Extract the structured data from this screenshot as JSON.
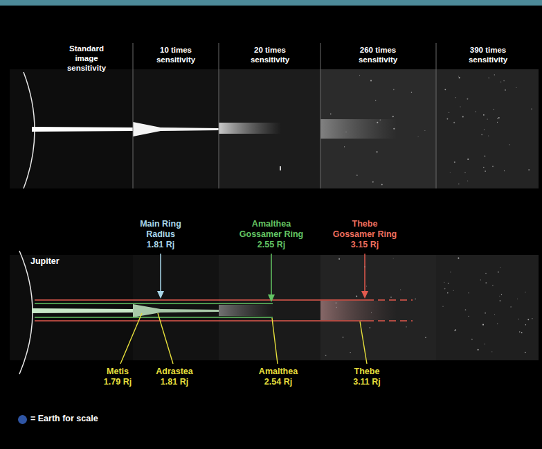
{
  "diagram": {
    "labels": [
      "Standard image sensitivity",
      "10 times sensitivity",
      "20 times sensitivity",
      "260 times sensitivity",
      "390 times sensitivity",
      "Main Ring Radius 1.81 Rj",
      "Amalthea Gossamer Ring 2.55 Rj",
      "Thebe Gossamer Ring 3.15 Rj",
      "Jupiter",
      "Metis 1.79 Rj",
      "Adrastea 1.81 Rj",
      "Amalthea 2.54 Rj",
      "Thebe 3.11 Rj"
    ],
    "legend": [
      {
        "text": "= Earth for scale",
        "color": "#2f55a4"
      }
    ]
  }
}
